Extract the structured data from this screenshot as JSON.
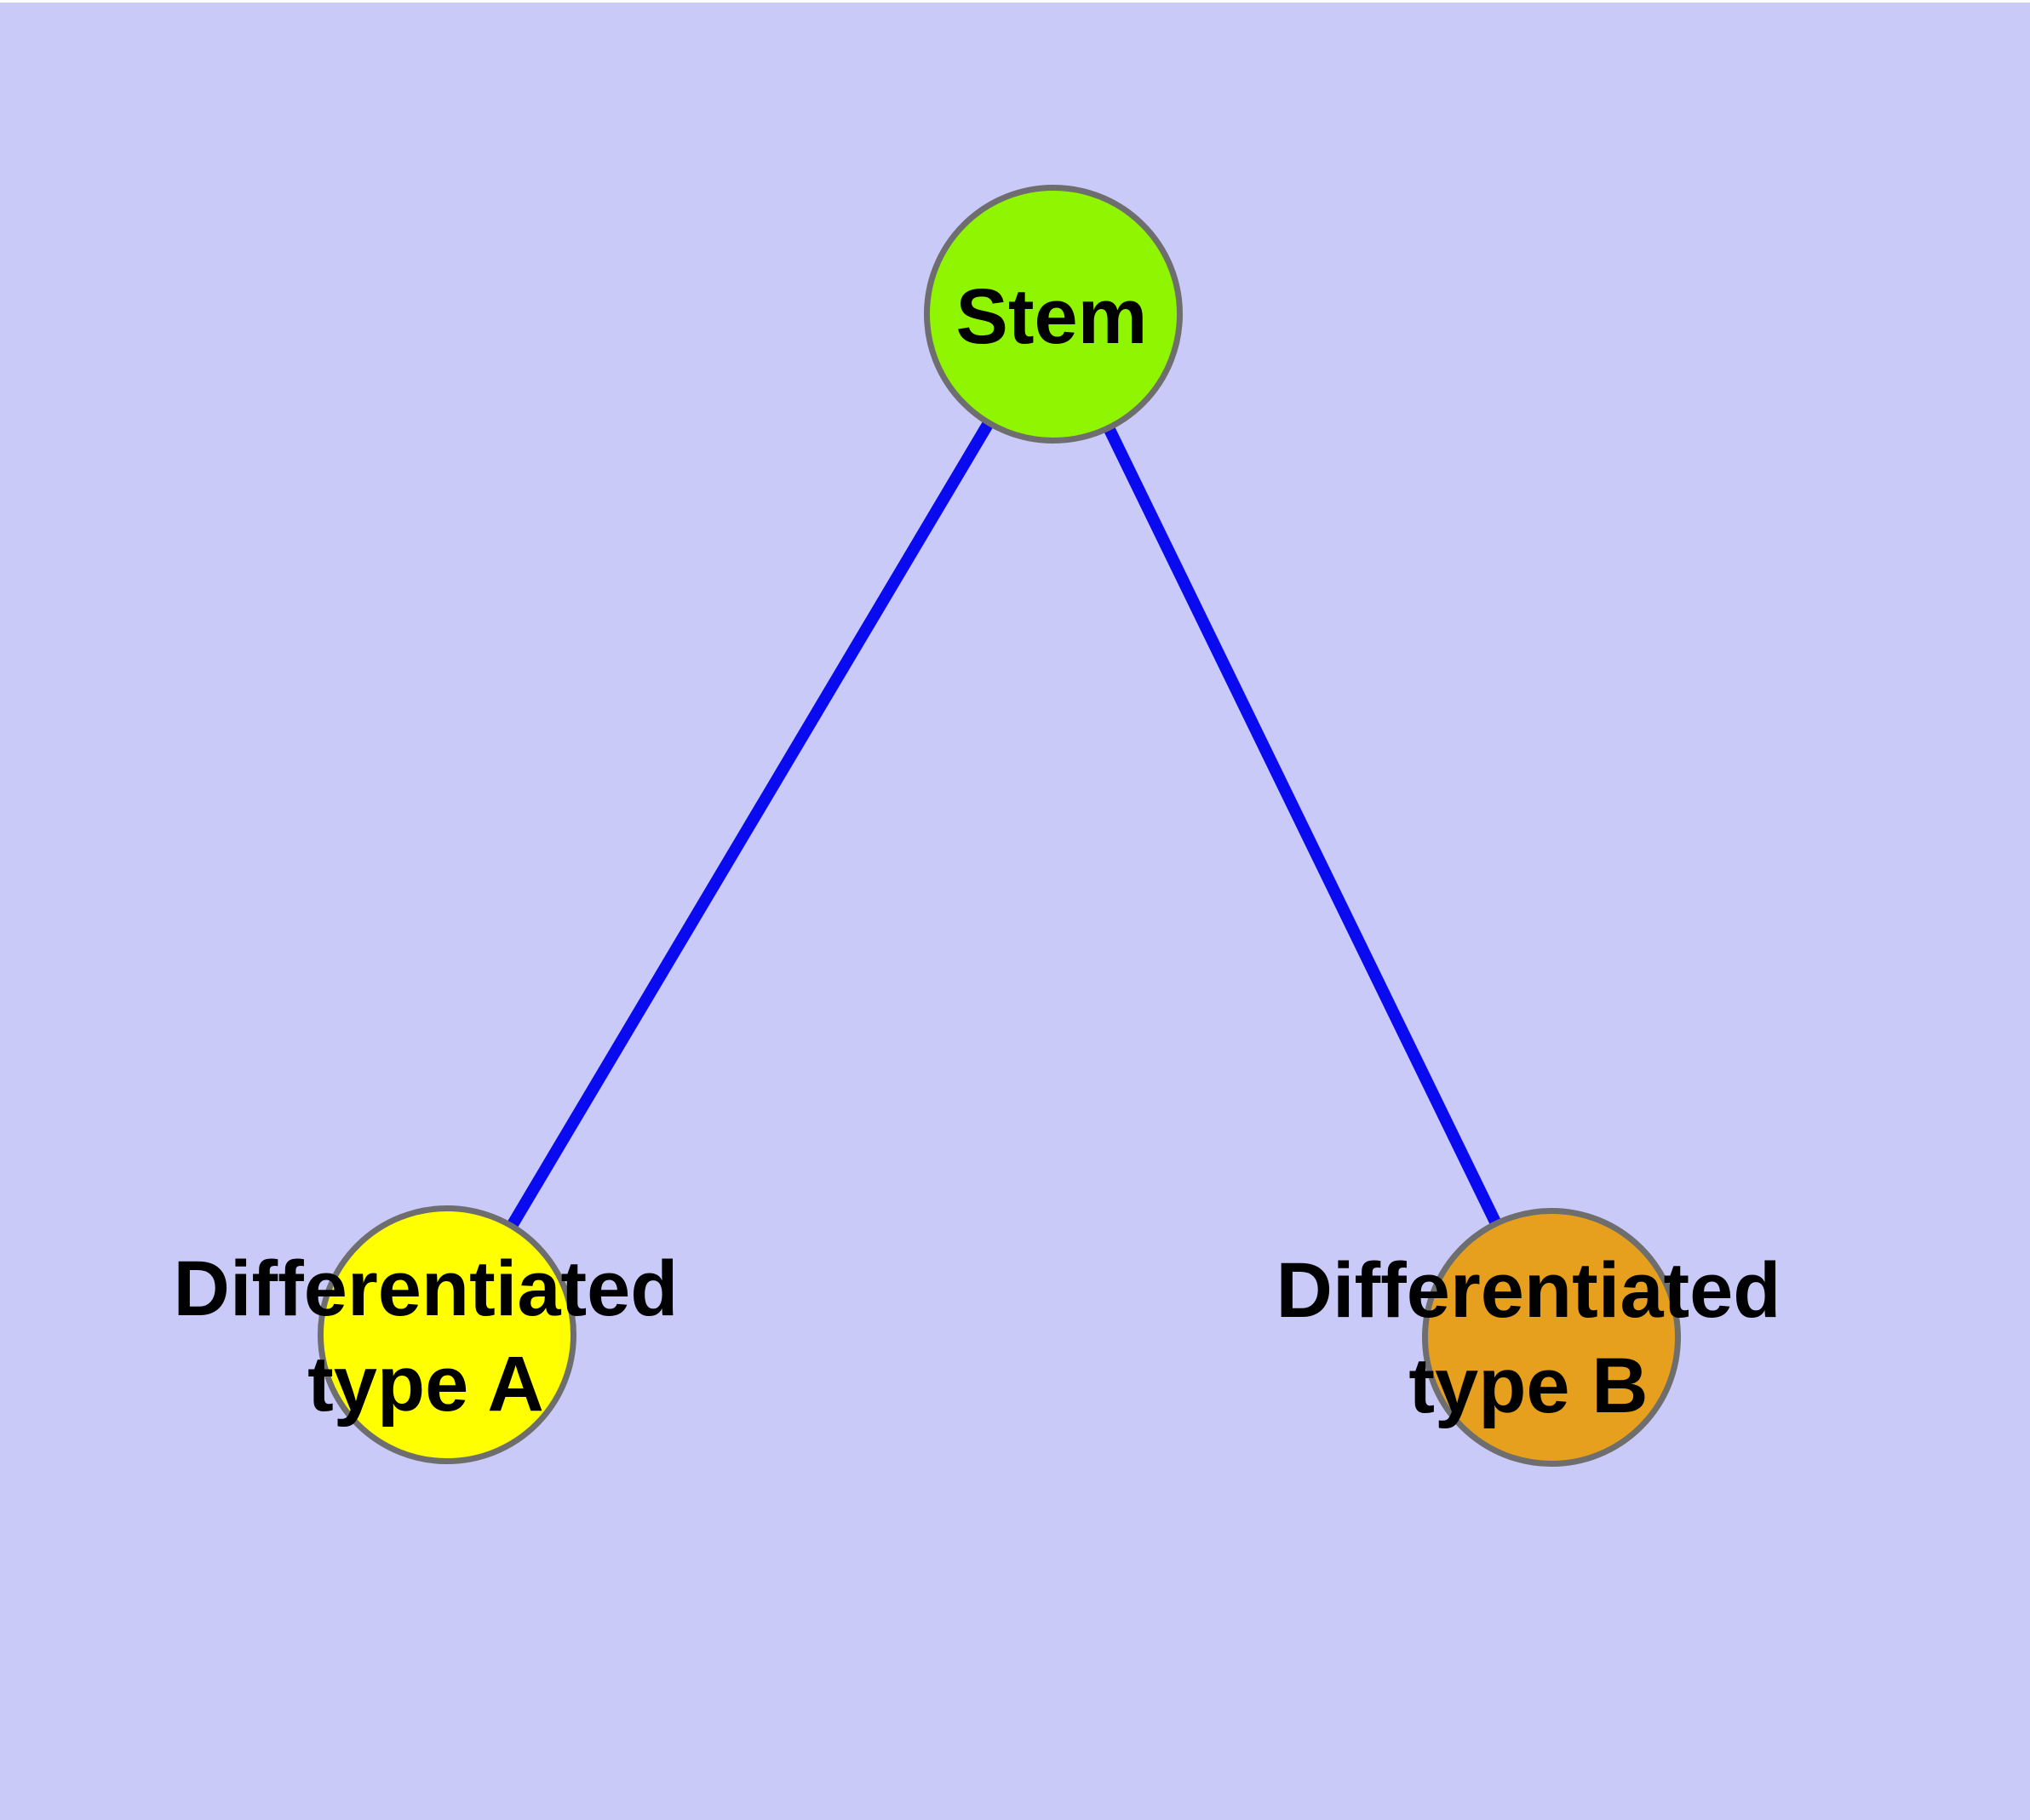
{
  "diagram": {
    "type": "node-link-graph",
    "background_color": "#cacaf8",
    "top_edge_color": "#ffffff",
    "node_border_color": "#6e6e6e",
    "edge_color": "#0a0af0",
    "label_color": "#000000",
    "nodes": [
      {
        "id": "stem",
        "label": "Stem",
        "fill": "#90f500"
      },
      {
        "id": "differentiated-a",
        "label": "Differentiated\ntype A",
        "fill": "#ffff00"
      },
      {
        "id": "differentiated-b",
        "label": "Differentiated\ntype B",
        "fill": "#e6a01e"
      }
    ],
    "edges": [
      {
        "from": "stem",
        "to": "differentiated-a"
      },
      {
        "from": "stem",
        "to": "differentiated-b"
      }
    ]
  }
}
